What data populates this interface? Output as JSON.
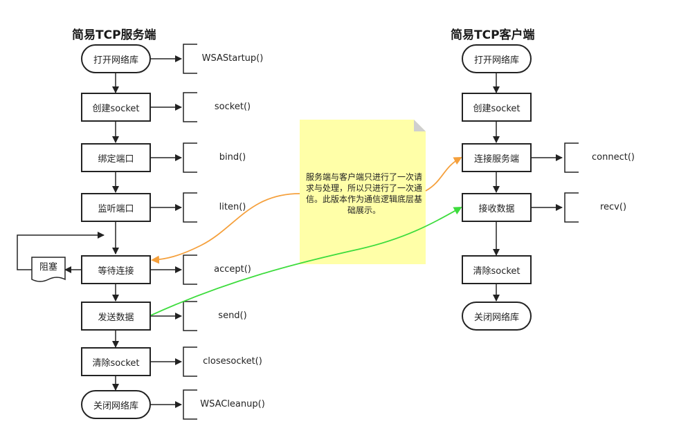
{
  "server": {
    "title": "简易TCP服务端",
    "steps": [
      "打开网络库",
      "创建socket",
      "绑定端口",
      "监听端口",
      "等待连接",
      "发送数据",
      "清除socket",
      "关闭网络库"
    ],
    "apis": [
      "WSAStartup()",
      "socket()",
      "bind()",
      "liten()",
      "accept()",
      "send()",
      "closesocket()",
      "WSACleanup()"
    ],
    "block_label": "阻塞"
  },
  "client": {
    "title": "简易TCP客户端",
    "steps": [
      "打开网络库",
      "创建socket",
      "连接服务端",
      "接收数据",
      "清除socket",
      "关闭网络库"
    ],
    "apis": [
      "connect()",
      "recv()"
    ]
  },
  "note": {
    "text": "服务端与客户端只进行了一次请求与处理，所以只进行了一次通信。此版本作为通信逻辑底层基础展示。",
    "color": "#ffffa8"
  },
  "colors": {
    "orange": "#f5a03c",
    "green": "#3ddc3d",
    "line": "#222222"
  }
}
